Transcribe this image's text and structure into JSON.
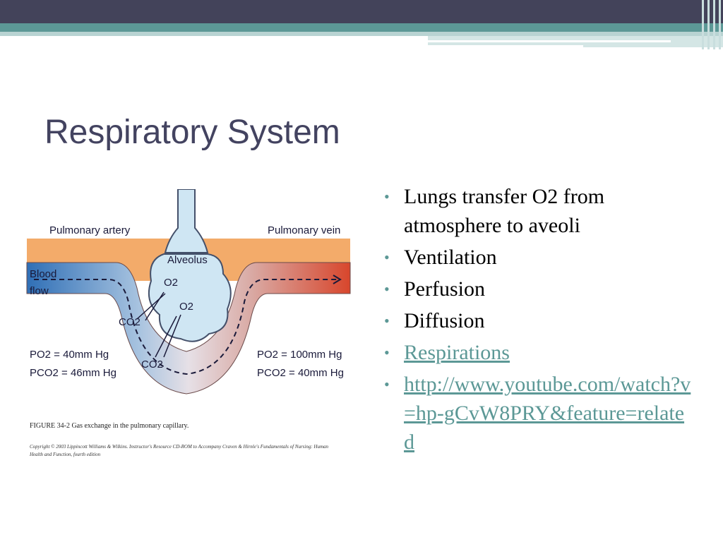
{
  "slide": {
    "title": "Respiratory System",
    "bullets": [
      {
        "text": "Lungs transfer O2 from atmosphere to aveoli",
        "link": false
      },
      {
        "text": "Ventilation",
        "link": false
      },
      {
        "text": "Perfusion",
        "link": false
      },
      {
        "text": "Diffusion",
        "link": false
      },
      {
        "text": "Respirations",
        "link": true
      },
      {
        "text": "http://www.youtube.com/watch?v=hp-gCvW8PRY&feature=related",
        "link": true
      }
    ]
  },
  "figure": {
    "labels": {
      "pulmonary_artery": "Pulmonary artery",
      "pulmonary_vein": "Pulmonary vein",
      "alveolus": "Alveolus",
      "blood": "Blood",
      "flow": "flow",
      "o2_a": "O2",
      "o2_b": "O2",
      "co2_a": "CO2",
      "co2_b": "CO2",
      "po2_left": "PO2 = 40mm Hg",
      "pco2_left": "PCO2 = 46mm Hg",
      "po2_right": "PO2 = 100mm Hg",
      "pco2_right": "PCO2 = 40mm Hg"
    },
    "caption": "FIGURE 34-2  Gas exchange in the pulmonary capillary.",
    "copyright": "Copyright © 2003 Lippincott Williams & Wilkins. Instructor's Resource CD-ROM to Accompany Craven & Hirnle's Fundamentals of Nursing: Human Health and Function, fourth edition"
  },
  "colors": {
    "accent": "#5c9896",
    "title": "#434360",
    "dark_bar": "#43435a"
  }
}
